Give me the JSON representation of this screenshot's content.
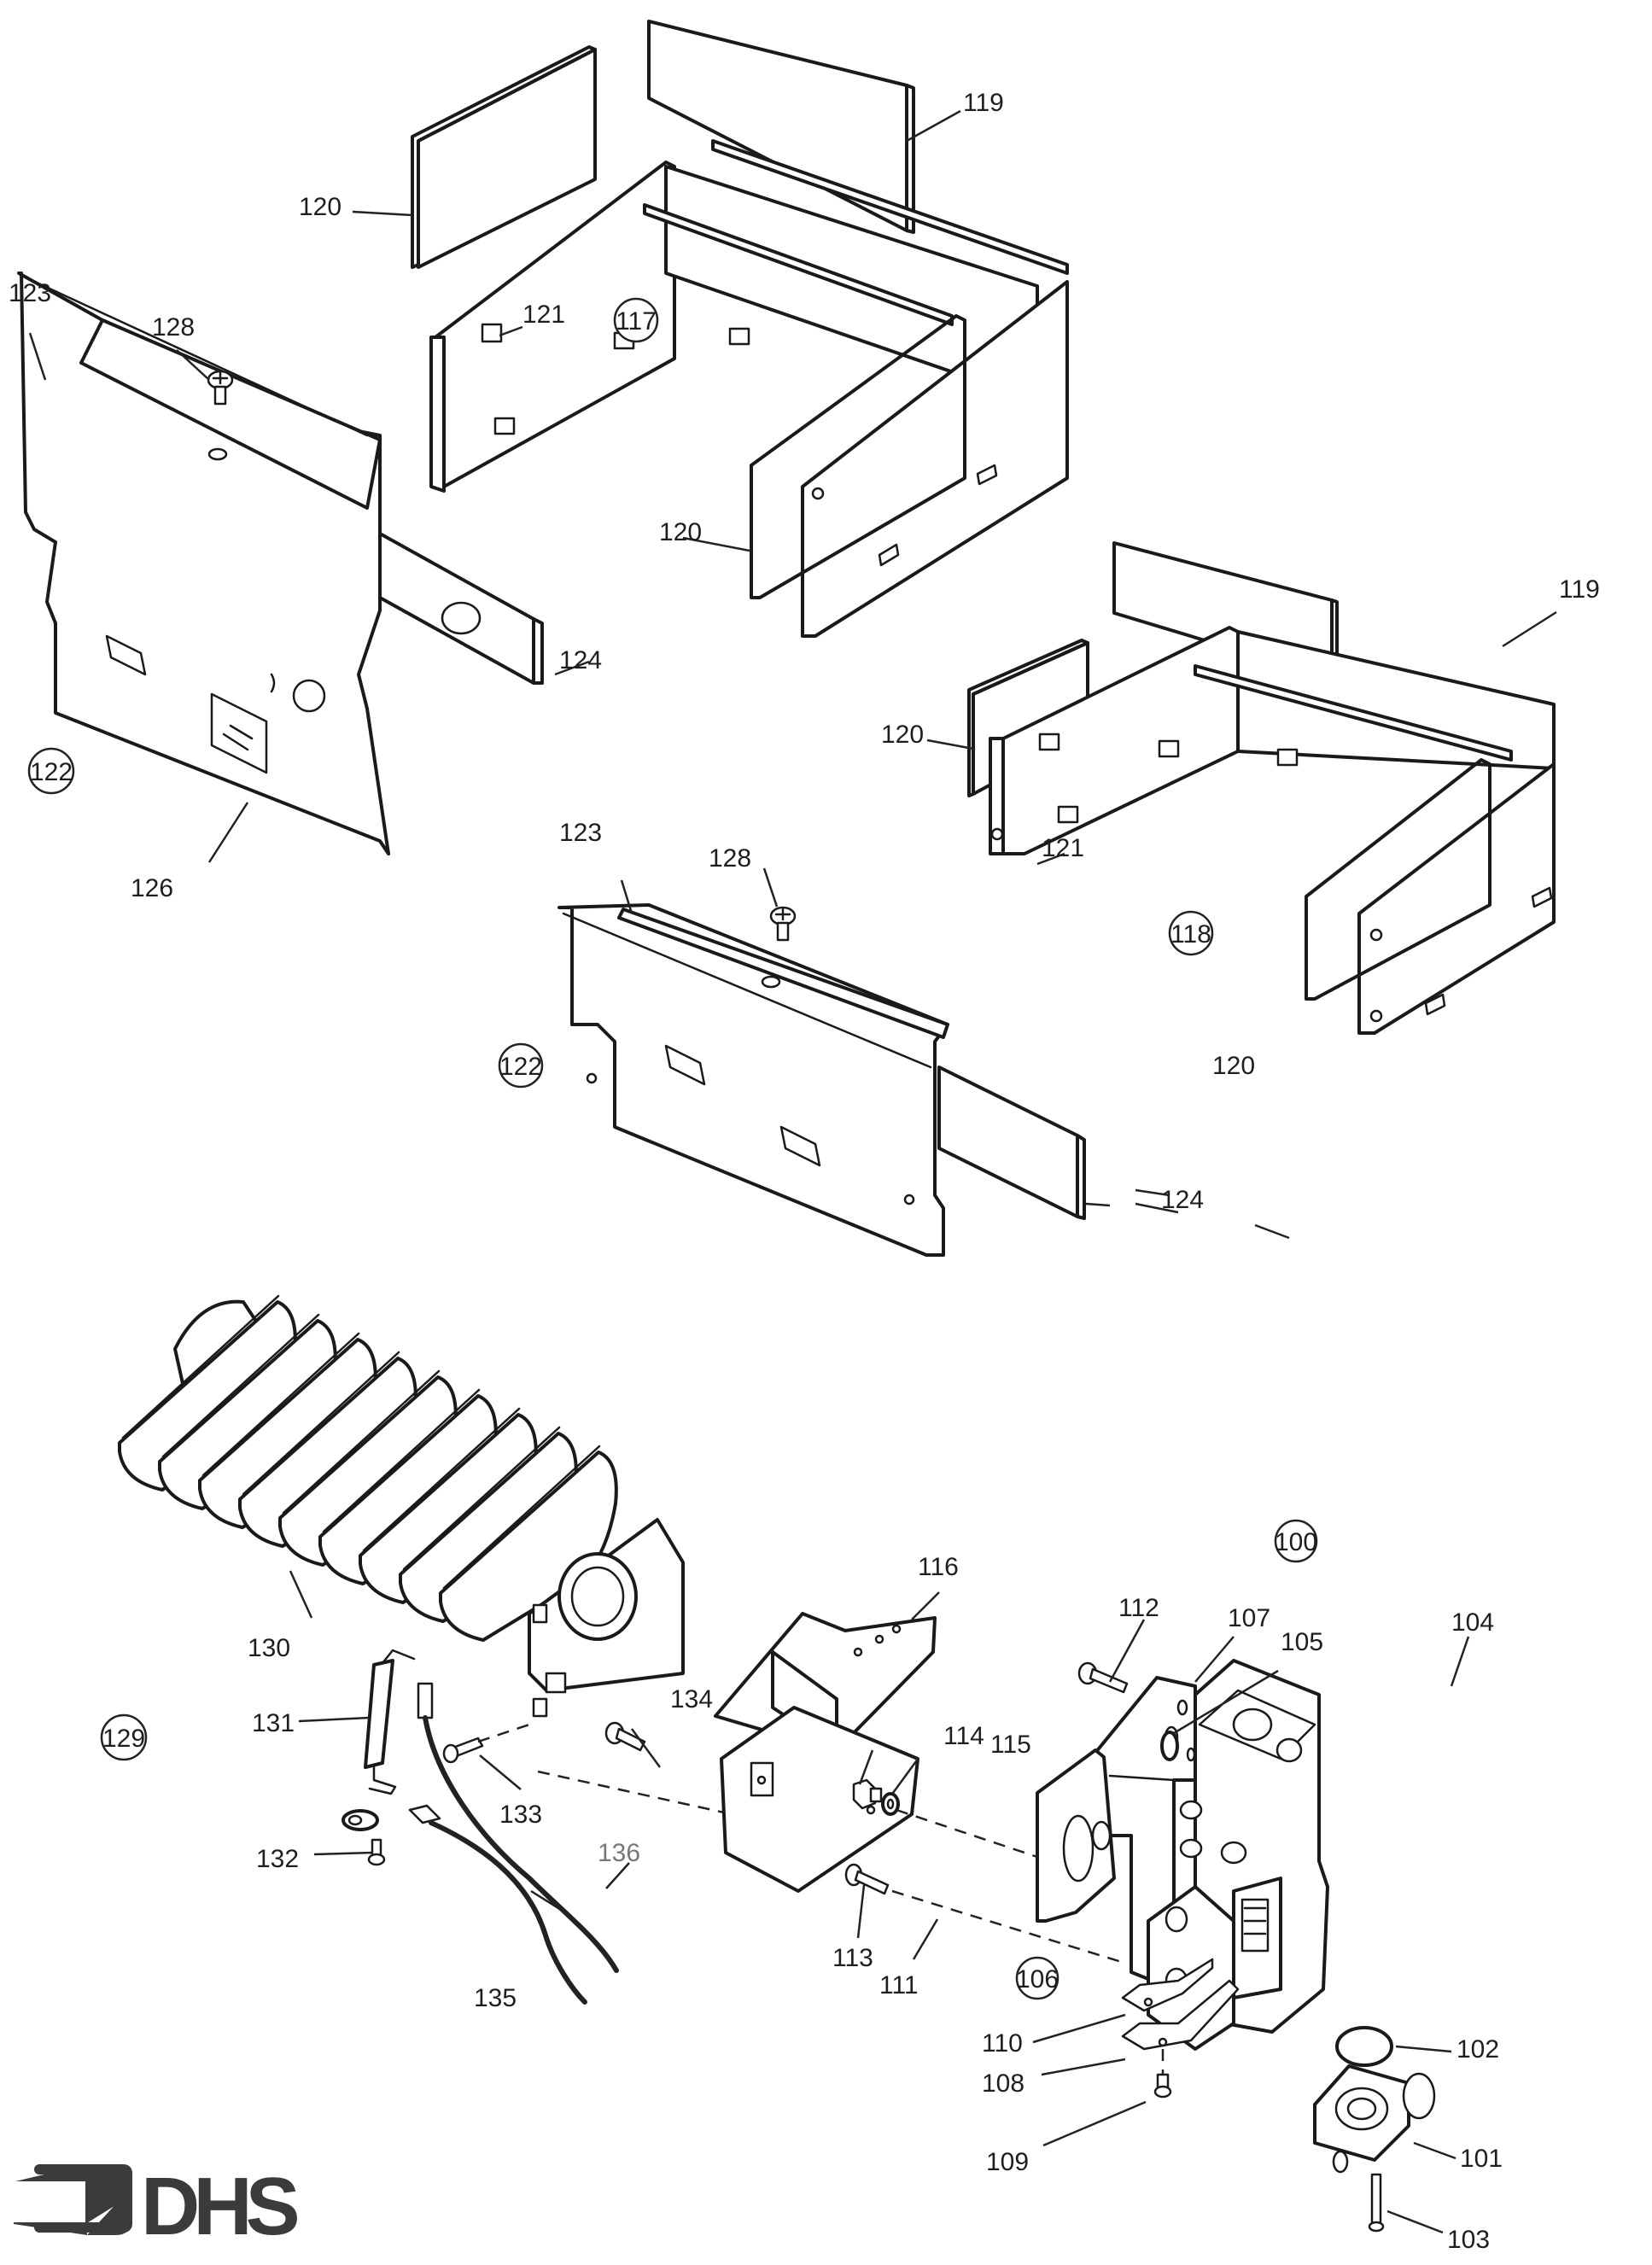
{
  "document": {
    "type": "exploded parts diagram",
    "brand_logo_text": "DHS",
    "colors": {
      "ink": "#1a1a1a",
      "paper": "#ffffff",
      "logo": "#3b3b3b"
    }
  },
  "assemblies": [
    {
      "id": "117",
      "label": "117",
      "description": "combustion chamber assembly (upper)"
    },
    {
      "id": "118",
      "label": "118",
      "description": "combustion chamber assembly (lower right)"
    },
    {
      "id": "122a",
      "label": "122",
      "description": "front panel assembly (upper left)"
    },
    {
      "id": "122b",
      "label": "122",
      "description": "front panel assembly (center)"
    },
    {
      "id": "129",
      "label": "129",
      "description": "burner assembly"
    },
    {
      "id": "100",
      "label": "100",
      "description": "gas valve assembly"
    },
    {
      "id": "106",
      "label": "106",
      "description": "burner manifold assembly"
    }
  ],
  "callouts": {
    "c119a": "119",
    "c120a": "120",
    "c121a": "121",
    "c123a": "123",
    "c128a": "128",
    "c120b": "120",
    "c124a": "124",
    "c126": "126",
    "c119b": "119",
    "c120c": "120",
    "c121b": "121",
    "c123b": "123",
    "c128b": "128",
    "c120d": "120",
    "c124b": "124",
    "c130": "130",
    "c131": "131",
    "c132": "132",
    "c133": "133",
    "c134": "134",
    "c135": "135",
    "c136": "136",
    "c116": "116",
    "c112": "112",
    "c107": "107",
    "c105": "105",
    "c104": "104",
    "c114": "114",
    "c115": "115",
    "c113": "113",
    "c111": "111",
    "c110": "110",
    "c108": "108",
    "c109": "109",
    "c102": "102",
    "c101": "101",
    "c103": "103"
  }
}
